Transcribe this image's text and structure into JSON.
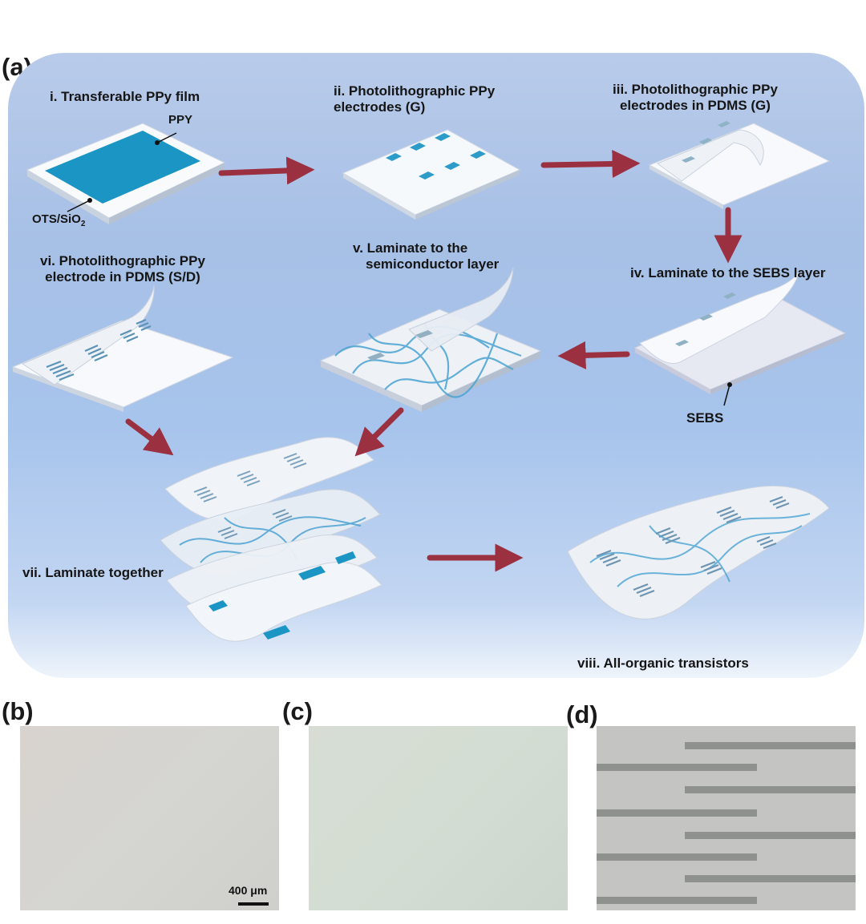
{
  "panel_letters": {
    "a": "(a)",
    "b": "(b)",
    "c": "(c)",
    "d": "(d)"
  },
  "steps": {
    "i": "i. Transferable PPy film",
    "ii_line1": "ii. Photolithographic PPy",
    "ii_line2": "electrodes (G)",
    "iii_line1": "iii. Photolithographic PPy",
    "iii_line2": "electrodes in PDMS (G)",
    "iv": "iv. Laminate to the SEBS layer",
    "v_line1": "v. Laminate to the",
    "v_line2": "semiconductor layer",
    "vi_line1": "vi. Photolithographic PPy",
    "vi_line2": "electrode in PDMS (S/D)",
    "vii": "vii. Laminate together",
    "viii": "viii. All-organic transistors"
  },
  "callouts": {
    "ppy": "PPY",
    "ots_sio": "OTS/SiO",
    "ots_sub": "2",
    "sebs": "SEBS"
  },
  "scale_bar": {
    "label": "400 μm"
  },
  "colors": {
    "background_gradient_top": "#b9cbea",
    "arrow": "#9a3040",
    "ppy_film": "#1a95c4",
    "electrode": "#5fa9cc",
    "fiber": "#4aa3d2",
    "substrate": "#f7f9fc"
  }
}
